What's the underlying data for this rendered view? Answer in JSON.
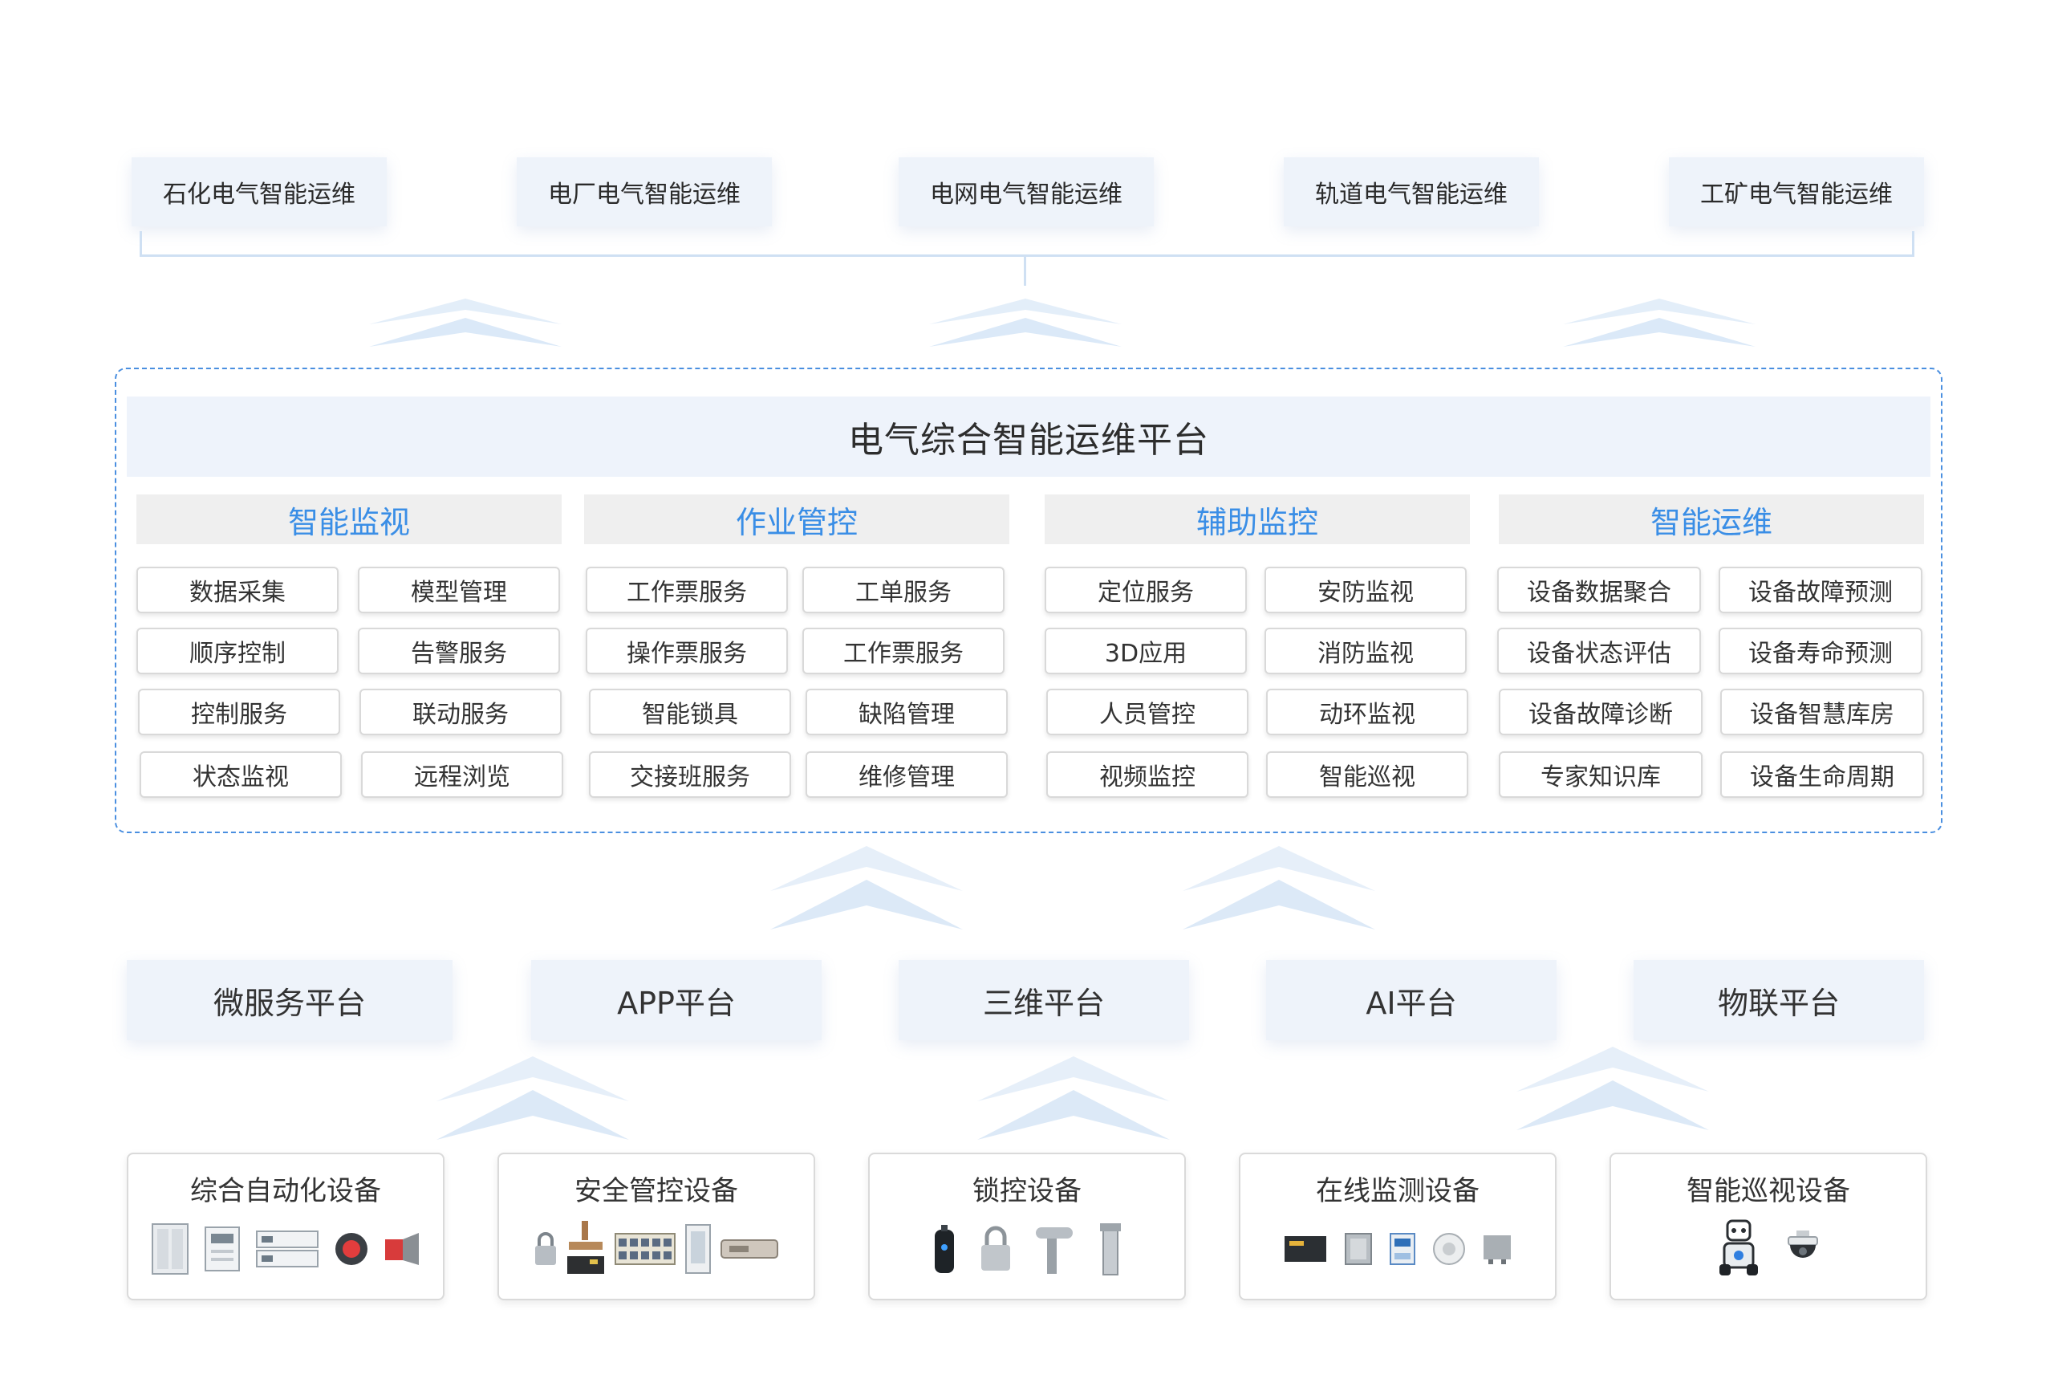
{
  "applications": [
    "石化电气智能运维",
    "电厂电气智能运维",
    "电网电气智能运维",
    "轨道电气智能运维",
    "工矿电气智能运维"
  ],
  "platform": {
    "title": "电气综合智能运维平台",
    "columns": [
      {
        "heading": "智能监视",
        "items": [
          "数据采集",
          "模型管理",
          "顺序控制",
          "告警服务",
          "控制服务",
          "联动服务",
          "状态监视",
          "远程浏览"
        ]
      },
      {
        "heading": "作业管控",
        "items": [
          "工作票服务",
          "工单服务",
          "操作票服务",
          "工作票服务",
          "智能锁具",
          "缺陷管理",
          "交接班服务",
          "维修管理"
        ]
      },
      {
        "heading": "辅助监控",
        "items": [
          "定位服务",
          "安防监视",
          "3D应用",
          "消防监视",
          "人员管控",
          "动环监视",
          "视频监控",
          "智能巡视"
        ]
      },
      {
        "heading": "智能运维",
        "items": [
          "设备数据聚合",
          "设备故障预测",
          "设备状态评估",
          "设备寿命预测",
          "设备故障诊断",
          "设备智慧库房",
          "专家知识库",
          "设备生命周期"
        ]
      }
    ]
  },
  "base_platforms": [
    "微服务平台",
    "APP平台",
    "三维平台",
    "AI平台",
    "物联平台"
  ],
  "devices": [
    {
      "title": "综合自动化设备",
      "icons": [
        "cabinet-icon",
        "relay-panel-icon",
        "protection-device-icon",
        "alarm-light-icon",
        "horn-icon"
      ]
    },
    {
      "title": "安全管控设备",
      "icons": [
        "padlock-icon",
        "earth-clamp-icon",
        "key-box-icon",
        "terminal-strip-icon",
        "locker-icon",
        "controller-icon"
      ]
    },
    {
      "title": "锁控设备",
      "icons": [
        "smart-key-icon",
        "padlock-icon",
        "handle-lock-icon",
        "post-lock-icon"
      ]
    },
    {
      "title": "在线监测设备",
      "icons": [
        "sensor-box-icon",
        "cabinet-icon",
        "meter-icon",
        "smoke-detector-icon",
        "monitor-unit-icon"
      ]
    },
    {
      "title": "智能巡视设备",
      "icons": [
        "robot-icon",
        "dome-camera-icon"
      ]
    }
  ],
  "colors": {
    "accent": "#3a8ee6",
    "frame": "#4a8fe0",
    "soft_box": "#eef3fa",
    "chevron": "#d9e8f7"
  }
}
